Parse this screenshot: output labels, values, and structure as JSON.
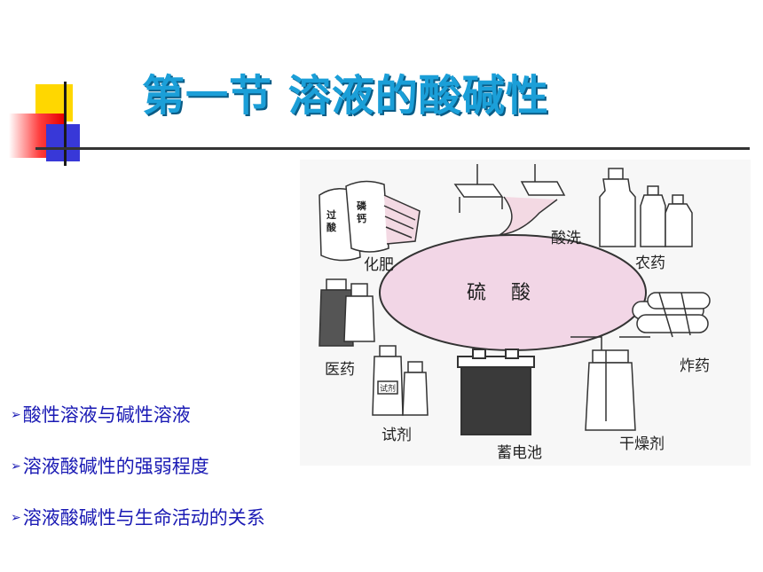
{
  "title": "第一节 溶液的酸碱性",
  "diagram": {
    "center": "硫酸",
    "labels": {
      "fertilizer": "化肥",
      "pickling": "酸洗",
      "pesticide": "农药",
      "medicine": "医药",
      "explosive": "炸药",
      "reagent": "试剂",
      "battery": "蓄电池",
      "desiccant": "干燥剂"
    },
    "bag_text": [
      "过",
      "磷",
      "酸",
      "钙"
    ],
    "reagent_jar_text": "试剂"
  },
  "bullets": [
    "酸性溶液与碱性溶液",
    "溶液酸碱性的强弱程度",
    "溶液酸碱性与生命活动的关系"
  ],
  "colors": {
    "title": "#1b9fd8",
    "bullet": "#1a1ab4",
    "ellipse_fill": "#f2d6e6"
  }
}
